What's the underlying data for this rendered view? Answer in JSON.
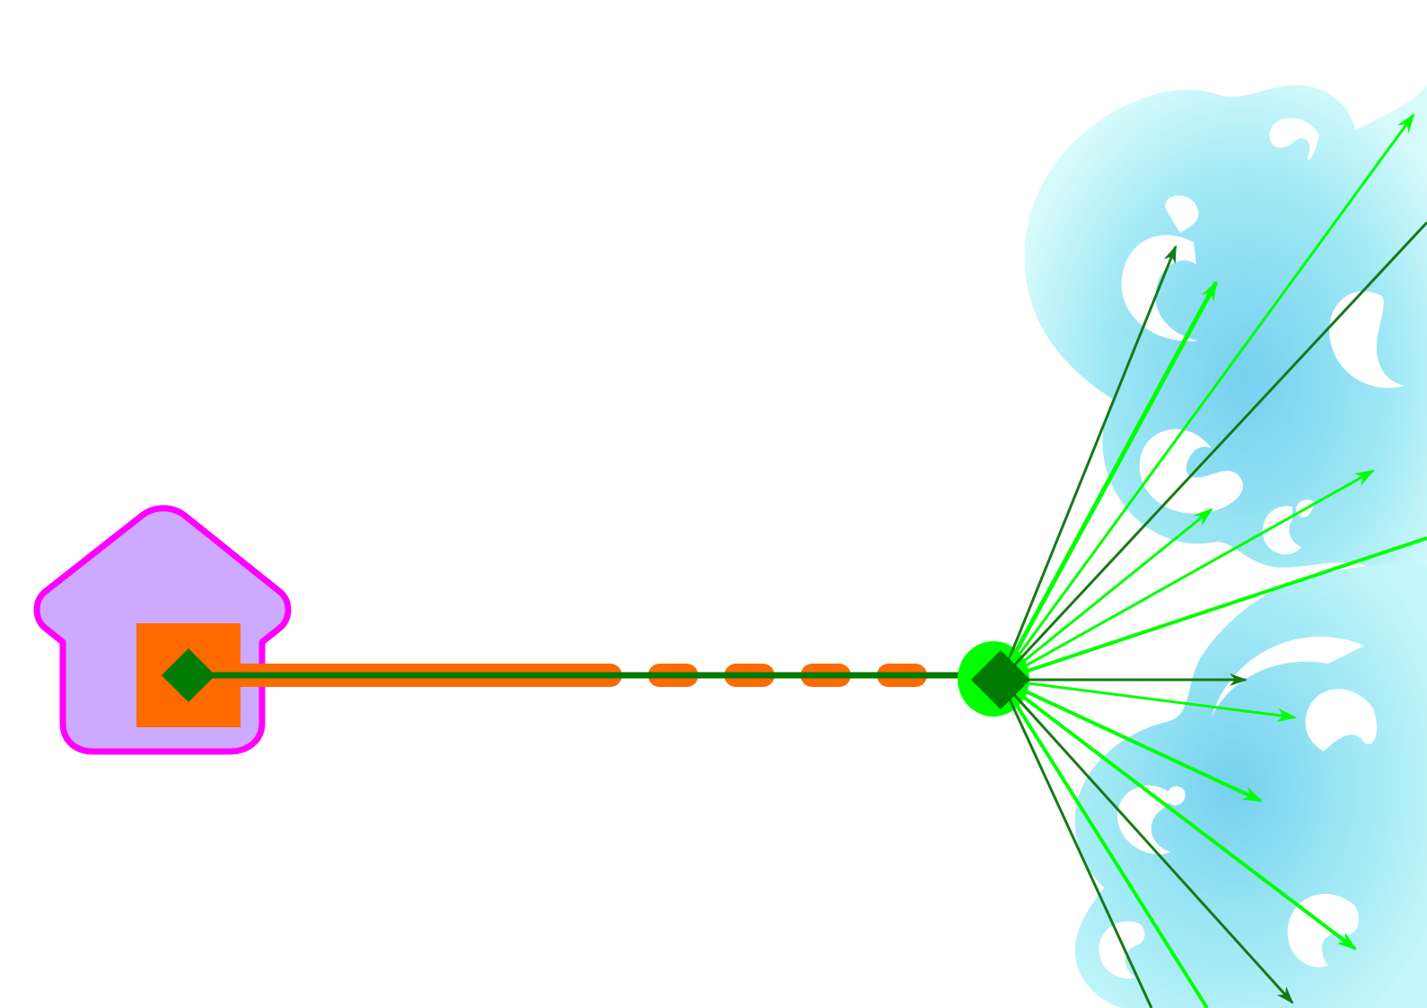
{
  "colors": {
    "background": "#ffffff",
    "house_fill": "#cbaaff",
    "house_outline": "#ff00ff",
    "square_fill": "#ff6a00",
    "node_dark": "#007a00",
    "node_bright": "#00ff00",
    "ray_dark": "#167a16",
    "ray_bright": "#00ff00",
    "dash_stroke": "#ff6a00",
    "cloud_light": "#d7fbfb",
    "cloud_mid": "#9fe8f5",
    "cloud_deep": "#75d0ef"
  },
  "diagram": {
    "source_shape": "house",
    "source_marker": "orange-square-with-green-diamond",
    "connector": "solid-then-dashed-orange-line",
    "hub": "green-circle-with-diamond",
    "background_pattern": "cyan-swirl-clouds",
    "ray_count": 14
  }
}
